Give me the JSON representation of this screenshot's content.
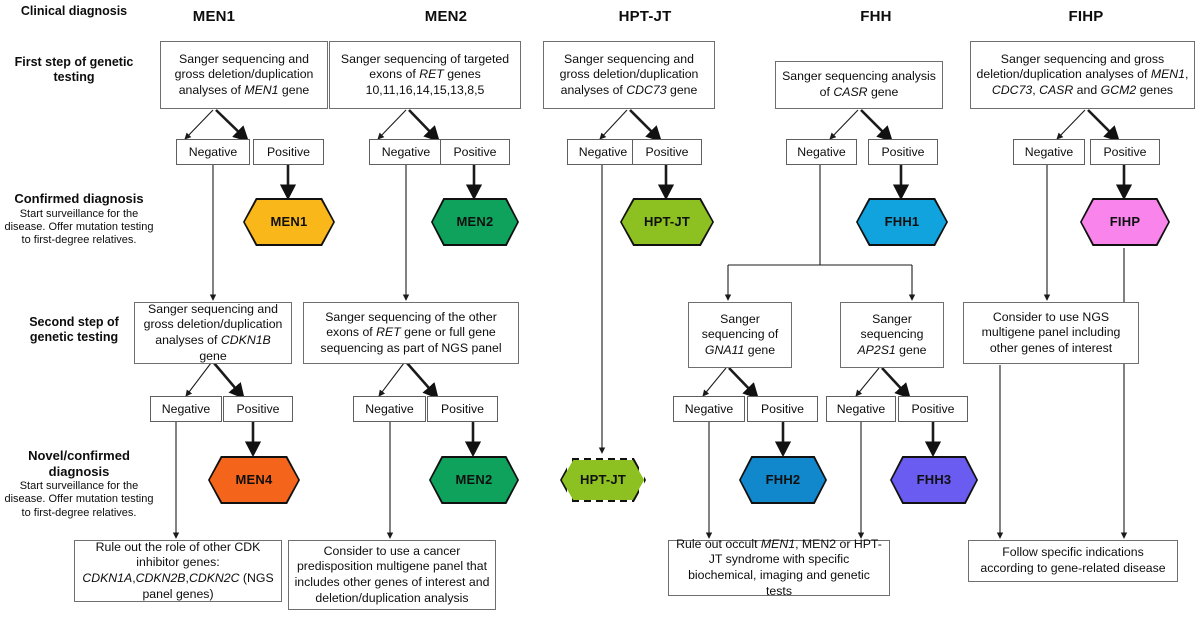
{
  "figure": {
    "type": "clinical-genetic-testing-flowchart",
    "background": "#ffffff"
  },
  "row_labels": [
    {
      "title": "Clinical diagnosis",
      "sub": ""
    },
    {
      "title": "First step of genetic testing",
      "sub": ""
    },
    {
      "title": "Confirmed diagnosis",
      "sub": "Start surveillance for the disease. Offer mutation testing to first-degree relatives."
    },
    {
      "title": "Second step of genetic testing",
      "sub": ""
    },
    {
      "title": "Novel/confirmed diagnosis",
      "sub": "Start surveillance for the disease. Offer mutation testing to first-degree relatives."
    }
  ],
  "columns": [
    {
      "id": "men1",
      "header": "MEN1"
    },
    {
      "id": "men2",
      "header": "MEN2"
    },
    {
      "id": "hptjt",
      "header": "HPT-JT"
    },
    {
      "id": "fhh",
      "header": "FHH"
    },
    {
      "id": "fihp",
      "header": "FIHP"
    }
  ],
  "first_step_boxes": [
    {
      "id": "men1-first",
      "text": "Sanger sequencing and gross deletion/duplication analyses of MEN1 gene"
    },
    {
      "id": "men2-first",
      "text": "Sanger sequencing of targeted exons of RET genes 10,11,16,14,15,13,8,5"
    },
    {
      "id": "hptjt-first",
      "text": "Sanger sequencing and gross deletion/duplication analyses of CDC73 gene"
    },
    {
      "id": "fhh-first",
      "text": "Sanger sequencing analysis of CASR gene"
    },
    {
      "id": "fihp-first",
      "text": "Sanger sequencing and gross deletion/duplication analyses of MEN1, CDC73, CASR and GCM2 genes"
    }
  ],
  "result_labels": {
    "negative": "Negative",
    "positive": "Positive"
  },
  "confirmed_badges": [
    {
      "id": "badge-men1",
      "label": "MEN1",
      "color": "#f9b719",
      "dashed": false
    },
    {
      "id": "badge-men2",
      "label": "MEN2",
      "color": "#0fa25c",
      "dashed": false
    },
    {
      "id": "badge-hptjt",
      "label": "HPT-JT",
      "color": "#8dc122",
      "dashed": false
    },
    {
      "id": "badge-fhh1",
      "label": "FHH1",
      "color": "#11a3dd",
      "dashed": false
    },
    {
      "id": "badge-fihp",
      "label": "FIHP",
      "color": "#f985ec",
      "dashed": false
    }
  ],
  "second_step_boxes": [
    {
      "id": "men1-second",
      "text": "Sanger sequencing and gross deletion/duplication analyses of CDKN1B gene"
    },
    {
      "id": "men2-second",
      "text": "Sanger sequencing of the other exons of RET gene or full gene sequencing as part of NGS panel"
    },
    {
      "id": "fhh-gna11",
      "text": "Sanger sequencing of GNA11 gene"
    },
    {
      "id": "fhh-ap2s1",
      "text": "Sanger sequencing AP2S1 gene"
    },
    {
      "id": "fihp-second",
      "text": "Consider to use NGS multigene panel including other genes of interest"
    }
  ],
  "novel_badges": [
    {
      "id": "badge-men4",
      "label": "MEN4",
      "color": "#f4641a",
      "dashed": false
    },
    {
      "id": "badge-men2b",
      "label": "MEN2",
      "color": "#0fa25c",
      "dashed": false
    },
    {
      "id": "badge-hptjt2",
      "label": "HPT-JT",
      "color": "#8dc122",
      "dashed": true
    },
    {
      "id": "badge-fhh2",
      "label": "FHH2",
      "color": "#1188cc",
      "dashed": false
    },
    {
      "id": "badge-fhh3",
      "label": "FHH3",
      "color": "#6a5cf0",
      "dashed": false
    }
  ],
  "bottom_boxes": [
    {
      "id": "bottom-men1",
      "text": "Rule out the role of other CDK inhibitor genes: CDKN1A,CDKN2B,CDKN2C (NGS panel genes)"
    },
    {
      "id": "bottom-men2",
      "text": "Consider to use  a cancer predisposition multigene panel that includes other genes of interest and deletion/duplication analysis"
    },
    {
      "id": "bottom-fhh",
      "text": "Rule out occult MEN1, MEN2 or HPT-JT syndrome with specific biochemical, imaging and genetic tests"
    },
    {
      "id": "bottom-fihp",
      "text": "Follow specific indications according to gene-related disease"
    }
  ]
}
